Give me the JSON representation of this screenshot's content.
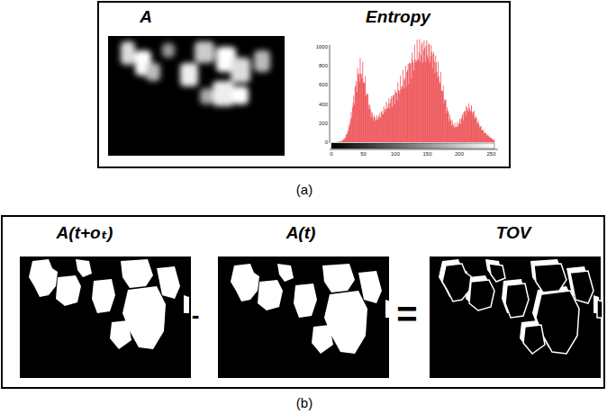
{
  "diagram": {
    "nodes": [
      {
        "text": [
          "A",
          "Entropy"
        ]
      },
      {
        "text": [
          "A(t+oₜ)",
          "-",
          "A(t)",
          "=",
          "TOV"
        ]
      }
    ],
    "labels": [
      "1000",
      "800",
      "600",
      "400",
      "200",
      "0",
      "0",
      "50",
      "100",
      "150",
      "200",
      "250",
      "(a)",
      "(b)"
    ]
  }
}
